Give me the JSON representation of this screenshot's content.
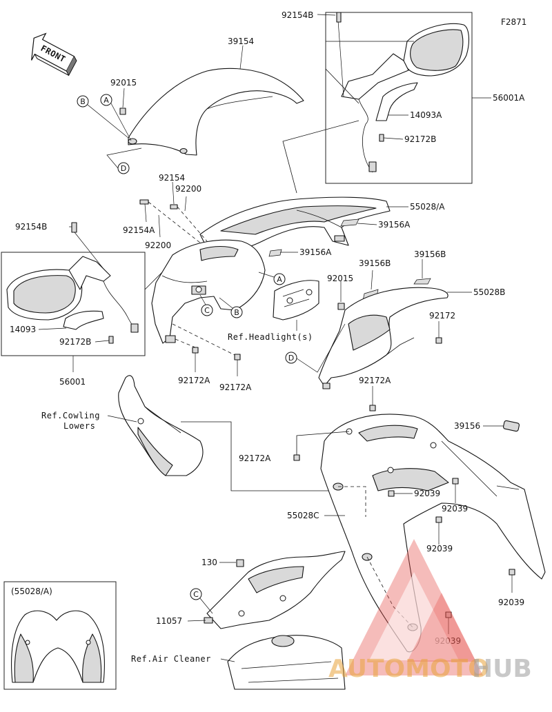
{
  "figure_id": "F2871",
  "front_label": "FRONT",
  "part_labels": {
    "p39154": "39154",
    "p92015_top": "92015",
    "p92154B_top": "92154B",
    "p14093A": "14093A",
    "p92172B_right": "92172B",
    "p56001A": "56001A",
    "p92154": "92154",
    "p92200_top": "92200",
    "p92154A": "92154A",
    "p92200_bot": "92200",
    "p92154B_left": "92154B",
    "p55028A": "55028/A",
    "p39156A_1": "39156A",
    "p39156A_2": "39156A",
    "p14093": "14093",
    "p92172B_left": "92172B",
    "p56001": "56001",
    "p39156B_1": "39156B",
    "p39156B_2": "39156B",
    "p92015_mid": "92015",
    "p55028B": "55028B",
    "p92172": "92172",
    "p92172A_1": "92172A",
    "p92172A_2": "92172A",
    "p92172A_3": "92172A",
    "p92172A_4": "92172A",
    "p39156": "39156",
    "p92039_1": "92039",
    "p92039_2": "92039",
    "p92039_3": "92039",
    "p92039_4": "92039",
    "p92039_5": "92039",
    "p55028C": "55028C",
    "p130": "130",
    "p11057": "11057",
    "ref_headlight": "Ref.Headlight(s)",
    "ref_cowling_1": "Ref.Cowling",
    "ref_cowling_2": "Lowers",
    "ref_air_cleaner": "Ref.Air Cleaner",
    "inset_title": "(55028/A)"
  },
  "callouts": {
    "a": "A",
    "b": "B",
    "c": "C",
    "d": "D"
  },
  "watermark": {
    "brand_a": "AUTOMOTO",
    "brand_b": "HUB"
  }
}
